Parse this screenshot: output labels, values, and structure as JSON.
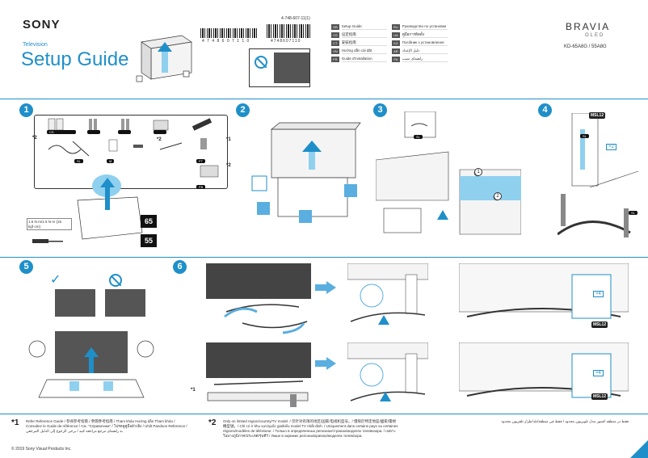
{
  "header": {
    "brand": "SONY",
    "subtitle": "Television",
    "title": "Setup Guide",
    "doc_number": "4-748-607-11(1)",
    "barcode_text_1": "4 7 4 8 6 0 7 1 1 0",
    "barcode_text_2": "4748607110",
    "bravia": "BRAVIA",
    "oled": "OLED",
    "model": "KD-65A8G / 55A8G"
  },
  "languages": [
    {
      "code": "GB",
      "name": "Setup Guide",
      "code2": "RU",
      "name2": "Руководство по установке"
    },
    {
      "code": "CS",
      "name": "设定指南",
      "code2": "UA",
      "name2": "คู่มือการติดตั้ง"
    },
    {
      "code": "CT",
      "name": "安裝指南",
      "code2": "KZ",
      "name2": "Посібник з установлення"
    },
    {
      "code": "VN",
      "name": "Hướng dẫn cài đặt",
      "code2": "AR",
      "name2": "دليل الإعداد"
    },
    {
      "code": "FR",
      "name": "Guide d'installation",
      "code2": "FA",
      "name2": "راهنمای نصب"
    }
  ],
  "steps": [
    "1",
    "2",
    "3",
    "4",
    "5",
    "6"
  ],
  "labels": {
    "tag_sl": "SL",
    "tag_m": "M",
    "tag_ft": "FT",
    "tag_fb": "FB",
    "tag_cs": "CS",
    "sl_text": "SL",
    "msl12": "MSL12",
    "x2": "×2",
    "x4": "×4",
    "size_65": "65",
    "size_55": "55",
    "torque": "1.5 N·m/1.5 N·m {15 kgf·cm}",
    "star1": "*1",
    "star2": "*2",
    "circle_1": "1",
    "circle_2": "2"
  },
  "footer": {
    "star1": "*1",
    "note1": "Refer Reference Guide / 参阅参考指南 / 參閱參考指南 / Tham khảo Hướng dẫn Tham khảo / Consultez le Guide de référence / См. \"Справочник\" / โปรดดูคู่มืออ้างอิง / Uhilt Pandson Reference / به راهنمای مرجع مراجعه کنید / يرجى الرجوع إلى الدليل المرجعي",
    "star2": "*2",
    "note2": "Only on limited region/country/TV model. / 仅针对有限的地区/国家/电视机型号。/ 僅限於特定地區/國家/電視機型號。/ Chỉ có ở khu vực/quốc gia/kiểu model TV nhất định. / Uniquement dans certains pays ou certaines régions/modèles de téléviseur. / Только в определенных регионах/странах/моделях телевизора. / เฉพาะในบางภูมิภาค/ประเทศ/รุ่นทีวี / Лише в окремих регіонах/країнах/моделях телевізора.",
    "note3": "فقط در منطقه کشور مدل تلویزیون محدود / فقط في منطقة/بلد/طراز تلفزيون محدود",
    "copyright": "© 2019 Sony Visual Products Inc."
  }
}
